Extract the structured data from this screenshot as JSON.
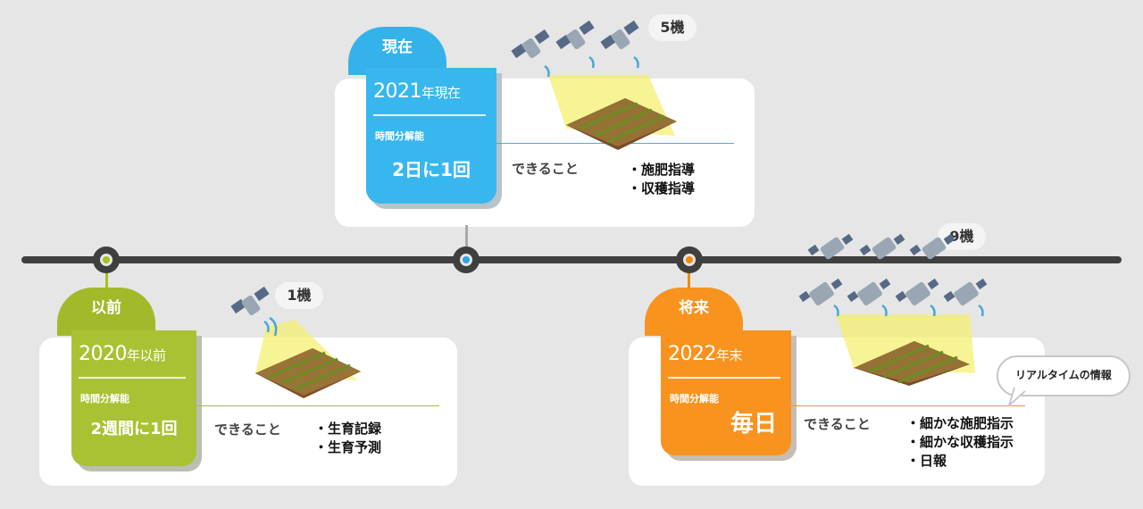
{
  "timeline": {
    "stages": [
      {
        "key": "past",
        "tab": "以前",
        "year": "2020",
        "year_suffix": "年以前",
        "resolution_label": "時間分解能",
        "resolution_value": "2週間に1回",
        "can_label": "できること",
        "items": [
          "・生育記録",
          "・生育予測"
        ],
        "satellite_count": "1機",
        "color": "#a2b92a",
        "node_color": "#a2c418"
      },
      {
        "key": "current",
        "tab": "現在",
        "year": "2021",
        "year_suffix": "年現在",
        "resolution_label": "時間分解能",
        "resolution_value": "2日に1回",
        "can_label": "できること",
        "items": [
          "・施肥指導",
          "・収穫指導"
        ],
        "satellite_count": "5機",
        "color": "#34b3ea",
        "node_color": "#2aa4e6"
      },
      {
        "key": "future",
        "tab": "将来",
        "year": "2022",
        "year_suffix": "年末",
        "resolution_label": "時間分解能",
        "resolution_value": "毎日",
        "can_label": "できること",
        "items": [
          "・細かな施肥指示",
          "・細かな収穫指示",
          "・日報"
        ],
        "satellite_count": "9機",
        "speech": "リアルタイムの情報",
        "color": "#f7931e",
        "node_color": "#f08a00"
      }
    ]
  }
}
